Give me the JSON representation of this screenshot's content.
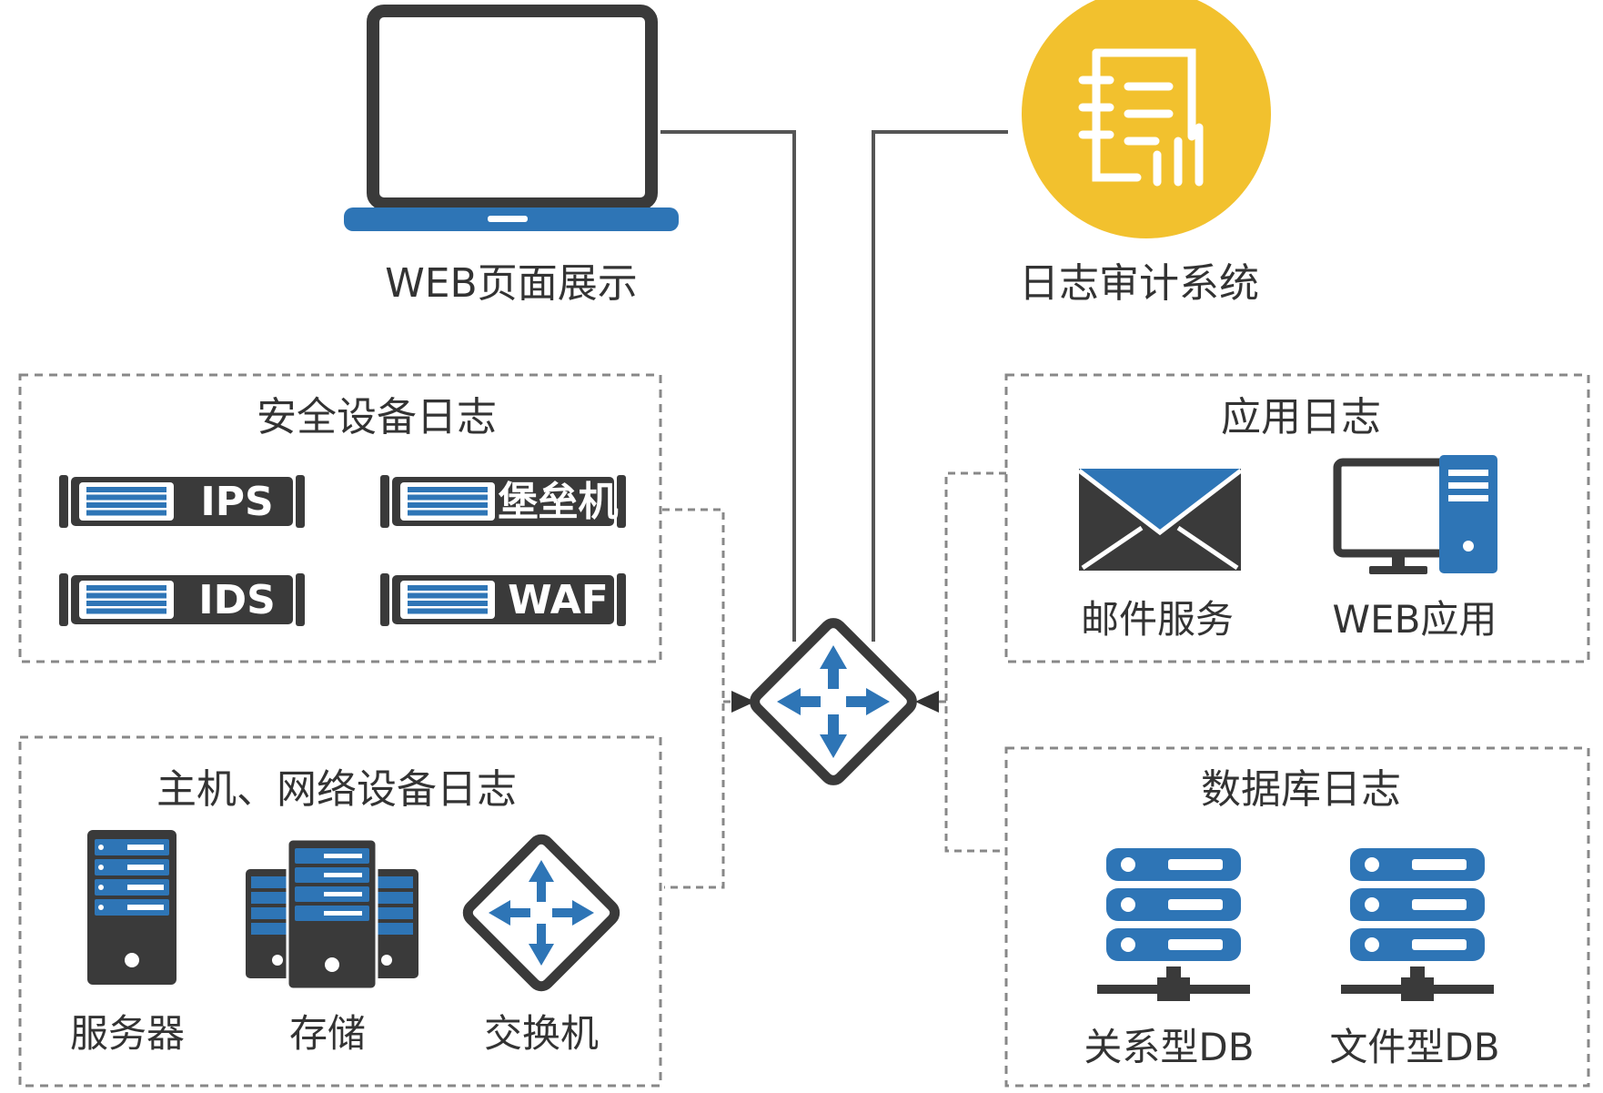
{
  "top": {
    "web_display_label": "WEB页面展示",
    "log_audit_label": "日志审计系统"
  },
  "security_group": {
    "title": "安全设备日志",
    "devices": [
      "IPS",
      "堡垒机",
      "IDS",
      "WAF"
    ]
  },
  "host_group": {
    "title": "主机、网络设备日志",
    "items": [
      "服务器",
      "存储",
      "交换机"
    ]
  },
  "app_group": {
    "title": "应用日志",
    "items": [
      "邮件服务",
      "WEB应用"
    ]
  },
  "db_group": {
    "title": "数据库日志",
    "items": [
      "关系型DB",
      "文件型DB"
    ]
  },
  "colors": {
    "blue": "#2e75b6",
    "dark": "#3a3a3a",
    "yellow": "#f2c12e",
    "line": "#555555",
    "dashed": "#888888"
  }
}
